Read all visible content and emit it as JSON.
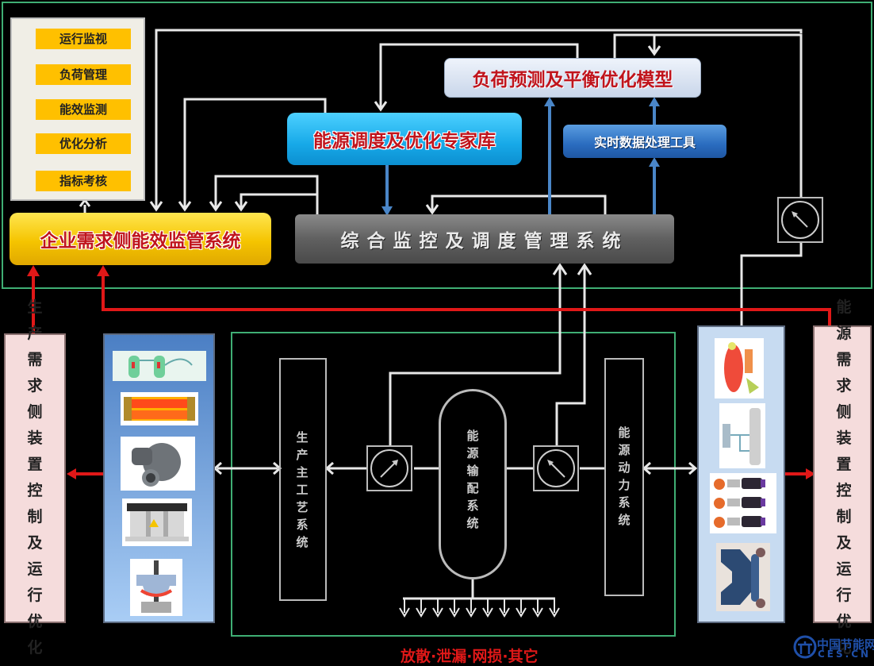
{
  "colors": {
    "background": "#000000",
    "frame_green": "#3fae74",
    "menu_item": "#ffc000",
    "enterprise_box": "#f5c400",
    "integrated_box": "#606060",
    "expert_box": "#17a9e8",
    "model_box": "#dde6f3",
    "realtime_box": "#2a6cbf",
    "title_red": "#c0141c",
    "feedback_red": "#e01818",
    "data_blue": "#4a86c8",
    "pink_panel": "#f5dcdc"
  },
  "menu": {
    "items": [
      "运行监视",
      "负荷管理",
      "能效监测",
      "优化分析",
      "指标考核"
    ]
  },
  "systems": {
    "enterprise": "企业需求侧能效监管系统",
    "integrated": "综合监控及调度管理系统",
    "expert_library": "能源调度及优化专家库",
    "load_model": "负荷预测及平衡优化模型",
    "realtime_tool": "实时数据处理工具"
  },
  "plant": {
    "production_system": [
      "生",
      "产",
      "主",
      "工",
      "艺",
      "系",
      "统"
    ],
    "energy_distribution": [
      "能",
      "源",
      "输",
      "配",
      "系",
      "统"
    ],
    "energy_power": [
      "能",
      "源",
      "动",
      "力",
      "系",
      "统"
    ],
    "loss_label": "放散·泄漏·网损·其它"
  },
  "side_panels": {
    "left": [
      "生",
      "产",
      "需",
      "求",
      "侧",
      "装",
      "置",
      "控",
      "制",
      "及",
      "运",
      "行",
      "优",
      "化"
    ],
    "right": [
      "能",
      "源",
      "需",
      "求",
      "侧",
      "装",
      "置",
      "控",
      "制",
      "及",
      "运",
      "行",
      "优",
      "化"
    ]
  },
  "equipment": {
    "left": [
      "heat-exchange-network",
      "heating-furnace",
      "centrifugal-blower",
      "transformer",
      "valve-actuator"
    ],
    "right": [
      "boiler",
      "gas-holder-tower",
      "compressor-array",
      "pump-unit"
    ]
  },
  "watermark": {
    "cn": "中国节能网",
    "en": "CES.CN"
  }
}
